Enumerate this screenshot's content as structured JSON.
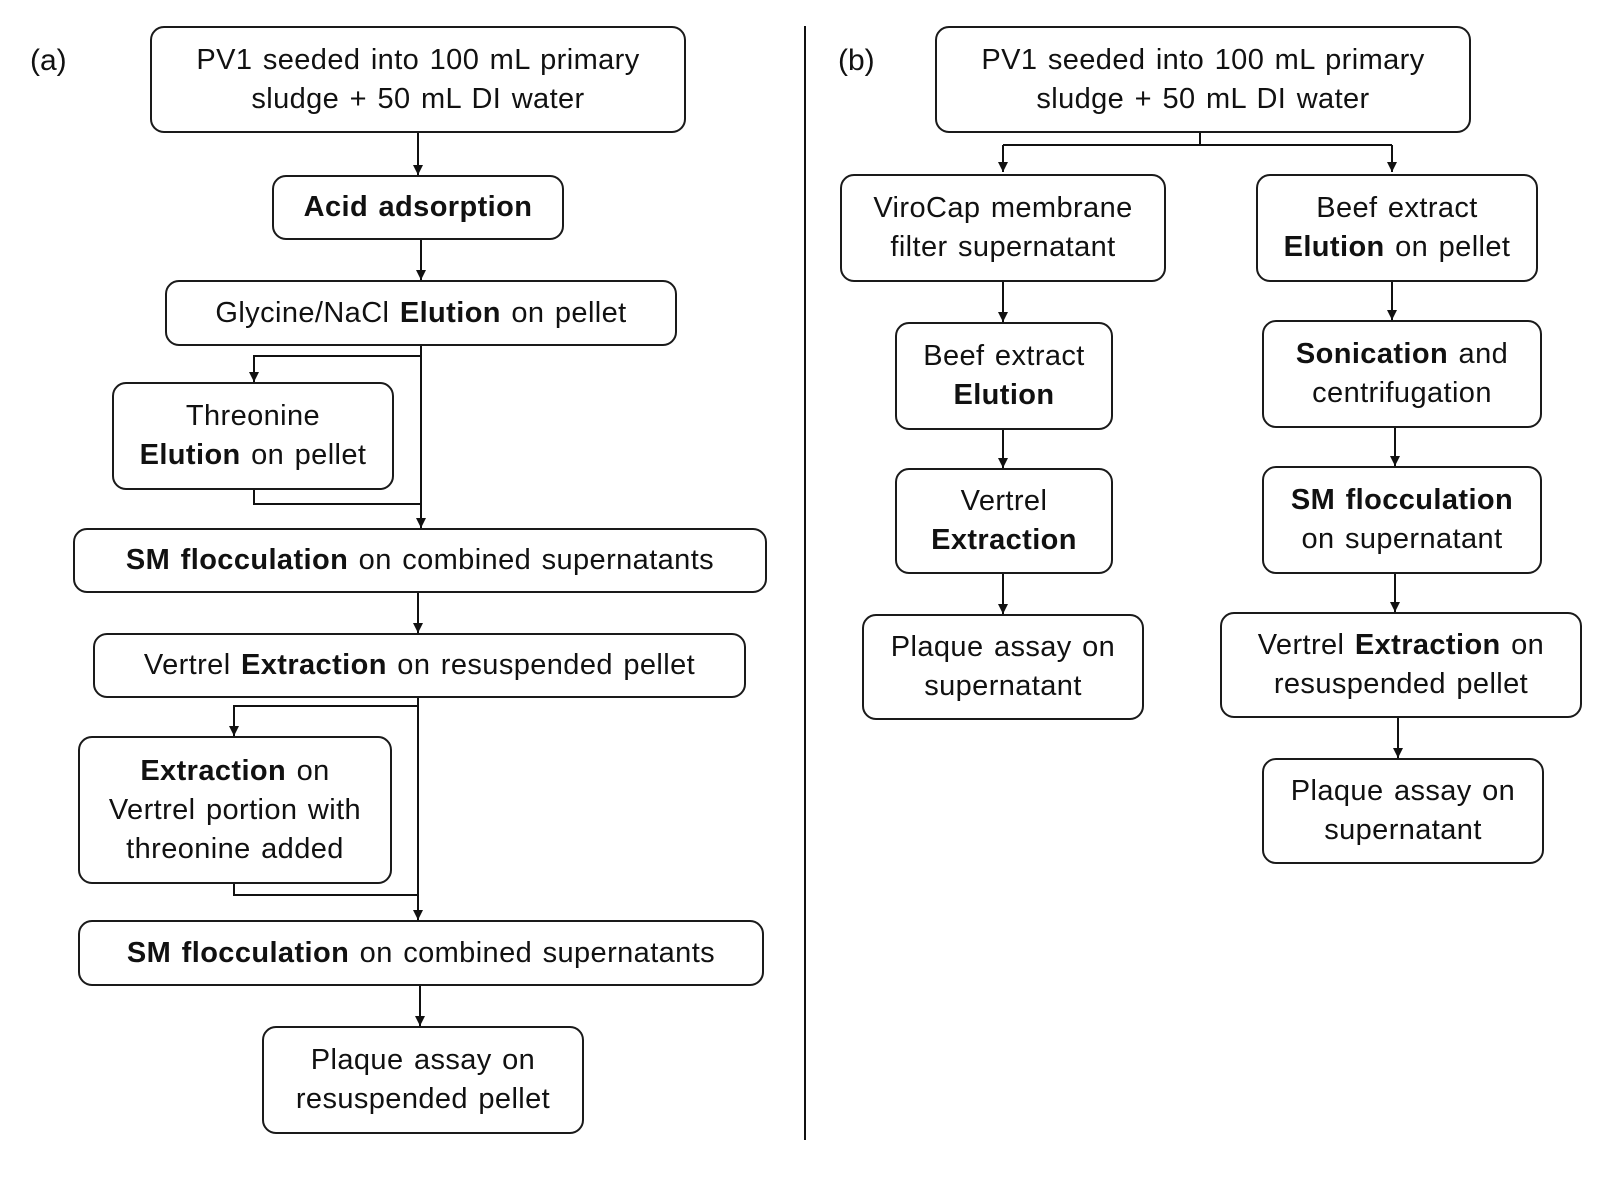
{
  "panels": {
    "a": {
      "label": "(a)",
      "nodes": {
        "seed": [
          "PV1 seeded into 100 mL primary",
          "sludge + 50 mL DI water"
        ],
        "acid": [
          "Acid adsorption"
        ],
        "glycine": [
          "Glycine/NaCl ",
          "Elution",
          " on pellet"
        ],
        "threonine": [
          "Threonine",
          "Elution",
          " on pellet"
        ],
        "sm1": [
          "SM flocculation",
          " on combined supernatants"
        ],
        "vertrel": [
          "Vertrel ",
          "Extraction",
          " on resuspended pellet"
        ],
        "extraction": [
          "Extraction",
          " on",
          "Vertrel portion with",
          "threonine added"
        ],
        "sm2": [
          "SM flocculation",
          " on combined supernatants"
        ],
        "plaque": [
          "Plaque assay on",
          "resuspended pellet"
        ]
      }
    },
    "b": {
      "label": "(b)",
      "nodes": {
        "seed": [
          "PV1 seeded into 100 mL primary",
          "sludge + 50 mL DI water"
        ],
        "virocap": [
          "ViroCap membrane",
          "filter supernatant"
        ],
        "beef_left": [
          "Beef extract",
          "Elution"
        ],
        "vertrel_left": [
          "Vertrel",
          "Extraction"
        ],
        "plaque_left": [
          "Plaque assay on",
          "supernatant"
        ],
        "beef_right": [
          "Beef extract",
          "Elution",
          " on pellet"
        ],
        "sonication": [
          "Sonication",
          " and",
          "centrifugation"
        ],
        "sm_right": [
          "SM flocculation",
          "on supernatant"
        ],
        "vertrel_right": [
          "Vertrel ",
          "Extraction",
          " on",
          "resuspended pellet"
        ],
        "plaque_right": [
          "Plaque assay on",
          "supernatant"
        ]
      }
    }
  }
}
